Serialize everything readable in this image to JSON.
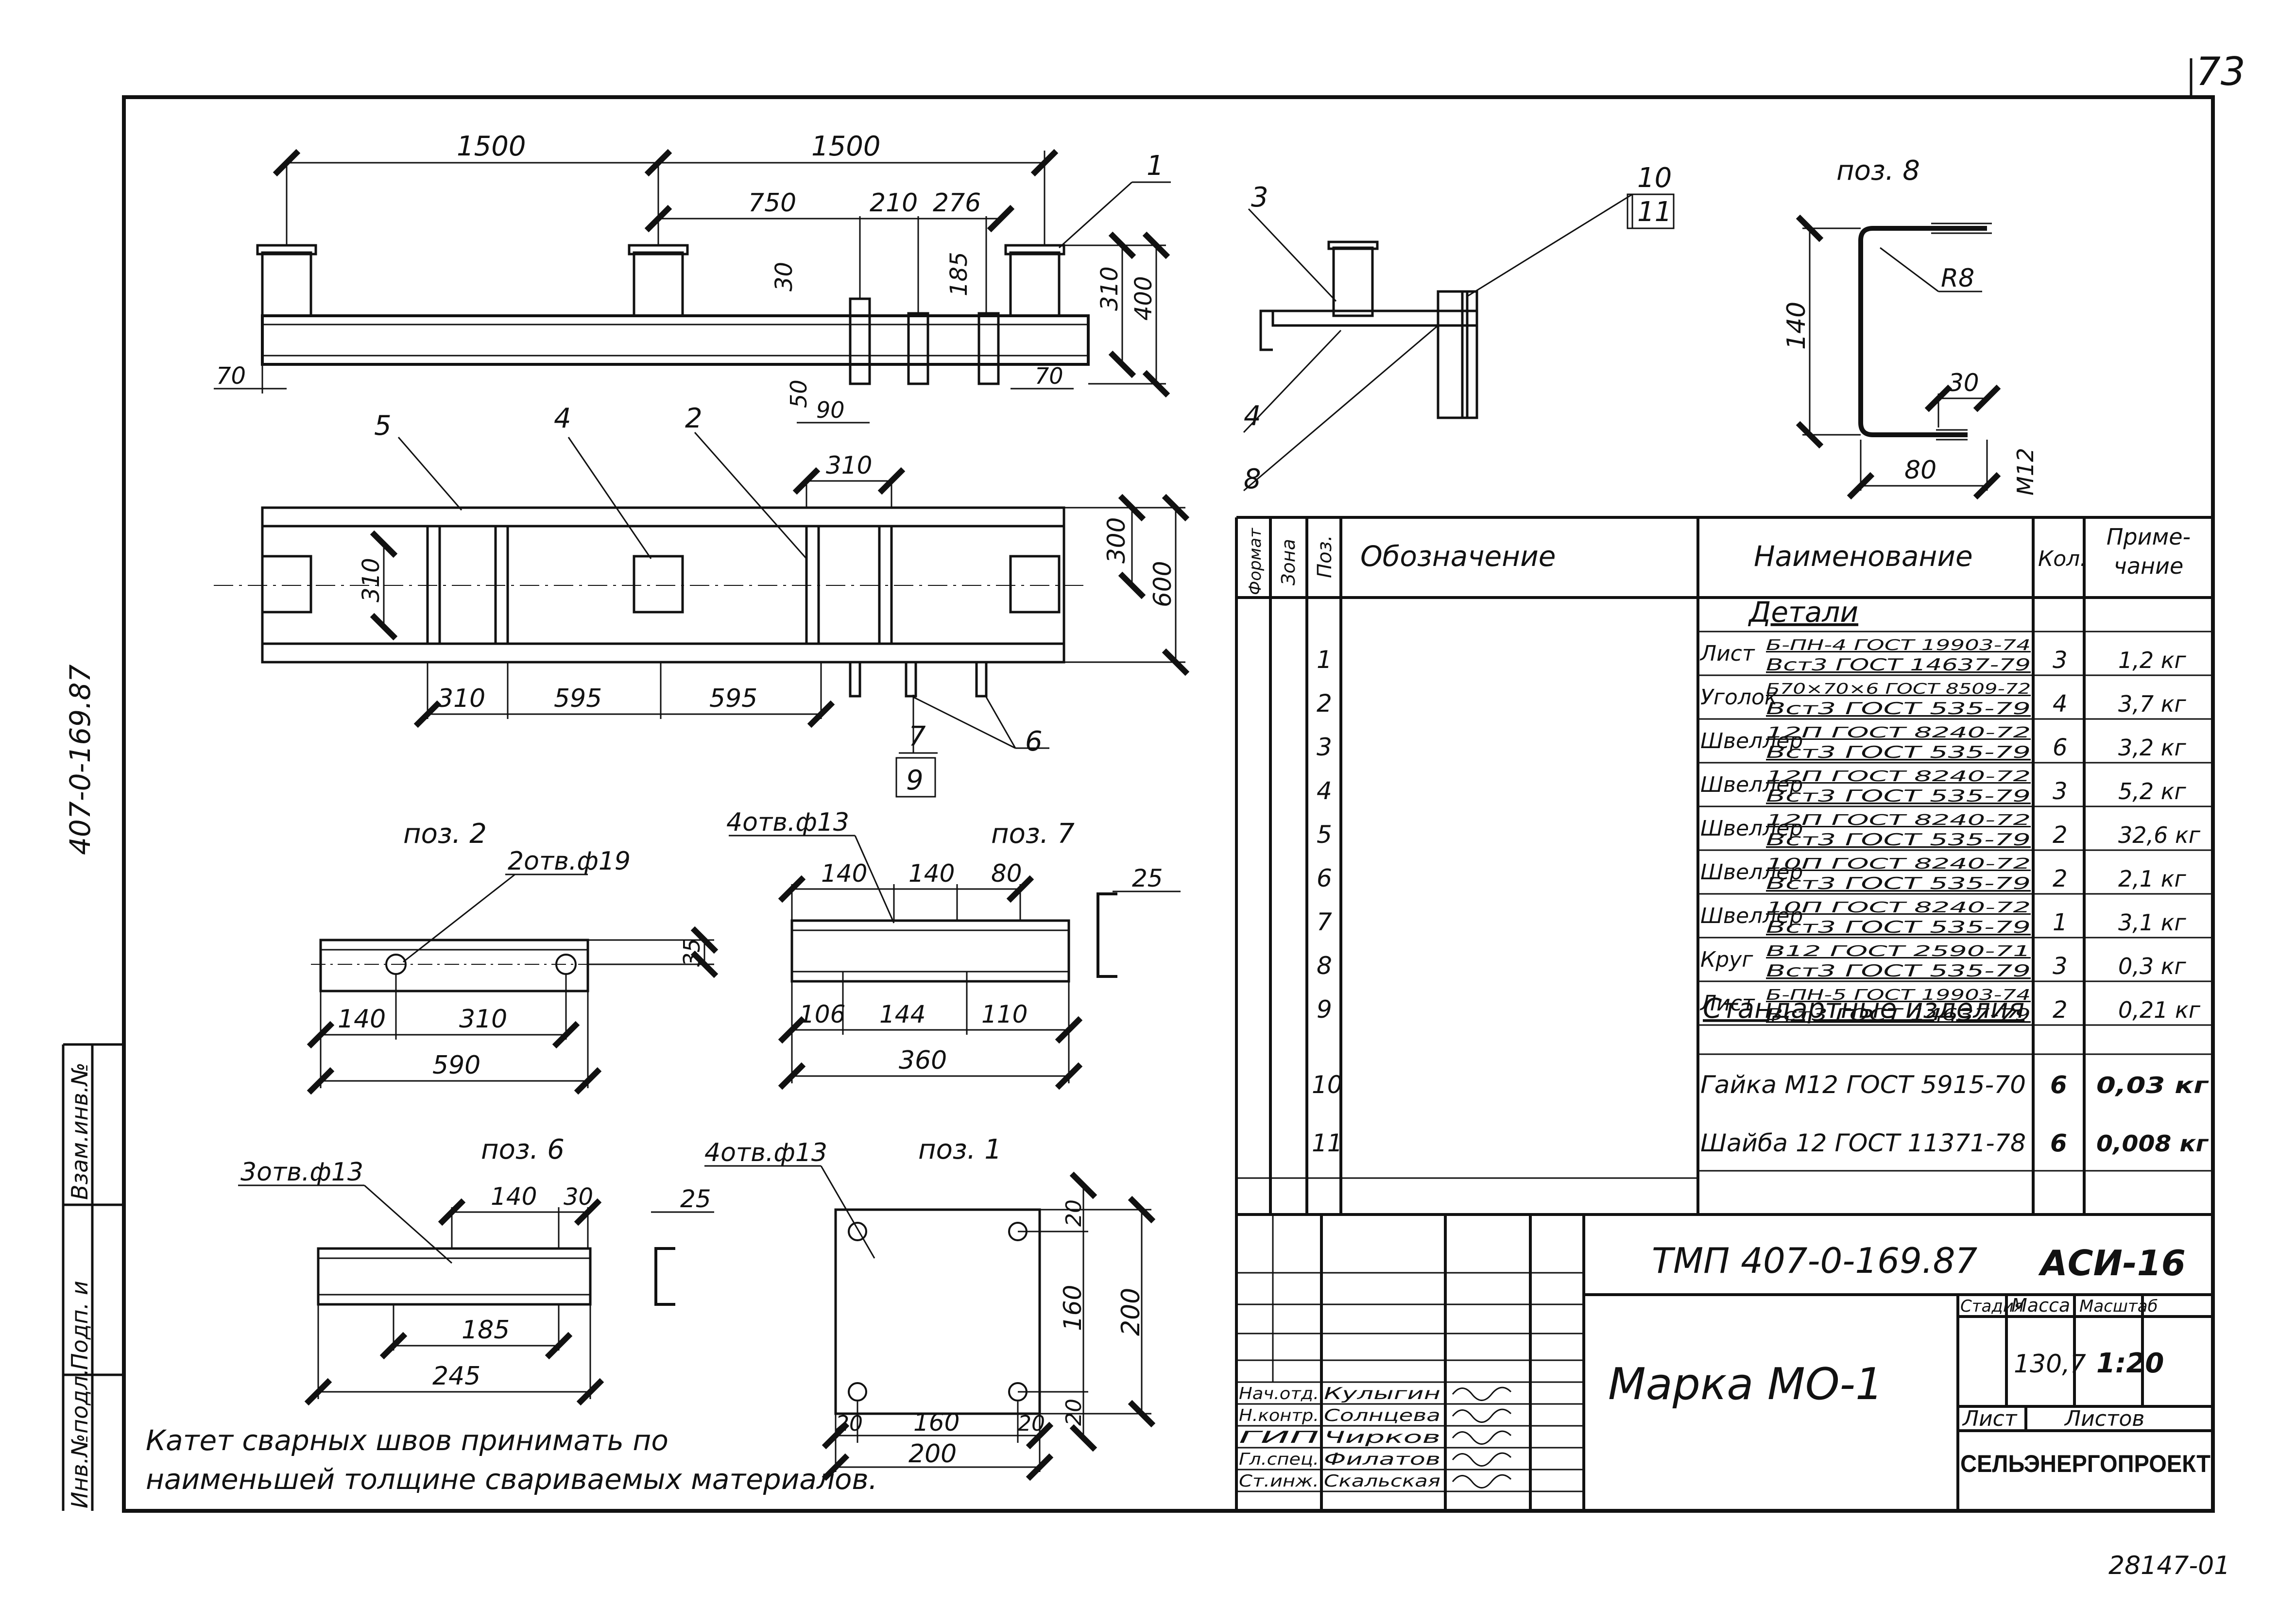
{
  "sheet_number": "73",
  "bottom_code": "28147-01",
  "side_labels": {
    "doc_code": "407-0-169.87",
    "vzam": "Взам.инв.№",
    "podp": "Подп. и",
    "inv": "Инв.№подл."
  },
  "main_view": {
    "top_dims": [
      "1500",
      "1500",
      "750",
      "210",
      "276"
    ],
    "vert_dims": [
      "30",
      "185",
      "310",
      "400"
    ],
    "bottom_dims": [
      "70",
      "50",
      "90",
      "70"
    ],
    "callout_1": "1"
  },
  "plan_view": {
    "callouts": [
      "5",
      "4",
      "2",
      "7",
      "9",
      "6"
    ],
    "top_dim": "310",
    "left_dim": "310",
    "right_dims": [
      "300",
      "600"
    ],
    "bottom_dims": [
      "310",
      "595",
      "595"
    ]
  },
  "section_view": {
    "callouts": [
      "3",
      "4",
      "8",
      "10",
      "11"
    ]
  },
  "pos8": {
    "title": "поз. 8",
    "dims": [
      "140",
      "R8",
      "30",
      "80",
      "M12"
    ]
  },
  "pos2": {
    "title": "поз. 2",
    "hole_note": "2отв.ф19",
    "dims": [
      "35",
      "140",
      "310",
      "590"
    ]
  },
  "pos7": {
    "title": "поз. 7",
    "hole_note": "4отв.ф13",
    "dims": [
      "140",
      "140",
      "80",
      "106",
      "144",
      "110",
      "360",
      "25"
    ]
  },
  "pos6": {
    "title": "поз. 6",
    "hole_note": "3отв.ф13",
    "dims": [
      "140",
      "30",
      "185",
      "245",
      "25"
    ]
  },
  "pos1": {
    "title": "поз. 1",
    "hole_note": "4отв.ф13",
    "dims": [
      "20",
      "160",
      "20",
      "200",
      "20",
      "160",
      "20",
      "200"
    ]
  },
  "weld_note": [
    "Катет сварных швов принимать по",
    "наименьшей толщине свариваемых материалов."
  ],
  "spec_table": {
    "headers": [
      "Формат",
      "Зона",
      "Поз.",
      "Обозначение",
      "Наименование",
      "Кол.",
      "Приме-чание"
    ],
    "section_details": "Детали",
    "section_standard": "Стандартные изделия",
    "rows": [
      {
        "pos": "1",
        "name": "Лист",
        "spec1": "Б-ПН-4 ГОСТ 19903-74",
        "spec2": "Вст3 ГОСТ 14637-79",
        "qty": "3",
        "note": "1,2 кг"
      },
      {
        "pos": "2",
        "name": "Уголок",
        "spec1": "Б70×70×6 ГОСТ 8509-72",
        "spec2": "Вст3 ГОСТ 535-79",
        "qty": "4",
        "note": "3,7 кг"
      },
      {
        "pos": "3",
        "name": "Швеллер",
        "spec1": "12П ГОСТ 8240-72",
        "spec2": "Вст3 ГОСТ 535-79",
        "qty": "6",
        "note": "3,2 кг"
      },
      {
        "pos": "4",
        "name": "Швеллер",
        "spec1": "12П ГОСТ 8240-72",
        "spec2": "Вст3 ГОСТ 535-79",
        "qty": "3",
        "note": "5,2 кг"
      },
      {
        "pos": "5",
        "name": "Швеллер",
        "spec1": "12П ГОСТ 8240-72",
        "spec2": "Вст3 ГОСТ 535-79",
        "qty": "2",
        "note": "32,6 кг"
      },
      {
        "pos": "6",
        "name": "Швеллер",
        "spec1": "10П ГОСТ 8240-72",
        "spec2": "Вст3 ГОСТ 535-79",
        "qty": "2",
        "note": "2,1 кг"
      },
      {
        "pos": "7",
        "name": "Швеллер",
        "spec1": "10П ГОСТ 8240-72",
        "spec2": "Вст3 ГОСТ 535-79",
        "qty": "1",
        "note": "3,1 кг"
      },
      {
        "pos": "8",
        "name": "Круг",
        "spec1": "В12 ГОСТ 2590-71",
        "spec2": "Вст3 ГОСТ 535-79",
        "qty": "3",
        "note": "0,3 кг"
      },
      {
        "pos": "9",
        "name": "Лист",
        "spec1": "Б-ПН-5 ГОСТ 19903-74",
        "spec2": "Вст3 ГОСТ 14637-79",
        "qty": "2",
        "note": "0,21 кг"
      }
    ],
    "standard_rows": [
      {
        "pos": "10",
        "name": "Гайка М12 ГОСТ 5915-70",
        "qty": "6",
        "note": "0,03 кг"
      },
      {
        "pos": "11",
        "name": "Шайба 12 ГОСТ 11371-78",
        "qty": "6",
        "note": "0,008 кг"
      }
    ]
  },
  "title_block": {
    "doc_number": "ТМП 407-0-169.87",
    "set_code": "АСИ-16",
    "mark": "Марка  МО-1",
    "headers": [
      "Стадия",
      "Масса",
      "Масштаб"
    ],
    "mass": "130,7",
    "scale": "1:20",
    "sheet_label": "Лист",
    "sheets_label": "Листов",
    "organization": "СЕЛЬЭНЕРГОПРОЕКТ",
    "signers": [
      {
        "role": "Нач.отд.",
        "name": "Кулыгин"
      },
      {
        "role": "Н.контр.",
        "name": "Солнцева"
      },
      {
        "role": "ГИП",
        "name": "Чирков"
      },
      {
        "role": "Гл.спец.",
        "name": "Филатов"
      },
      {
        "role": "Ст.инж.",
        "name": "Скальская"
      }
    ]
  }
}
